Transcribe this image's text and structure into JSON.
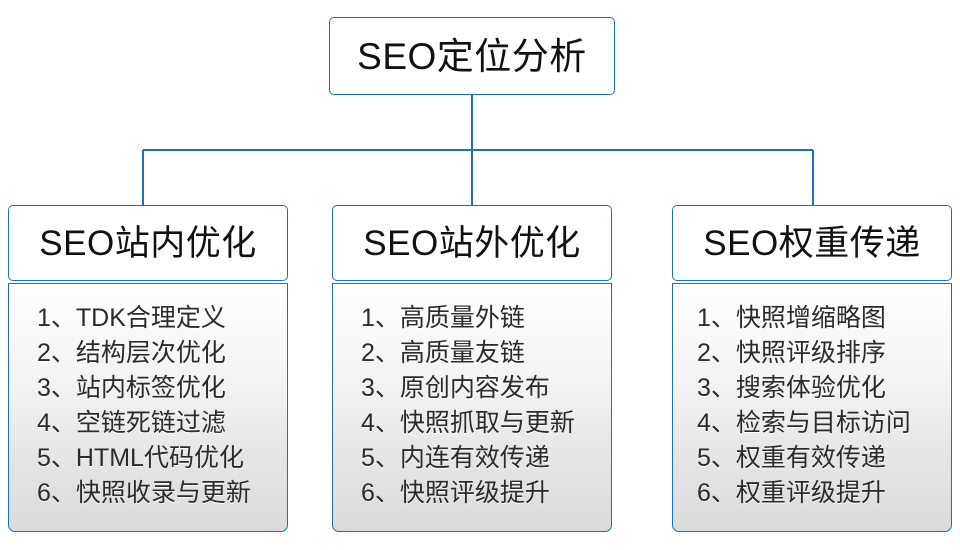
{
  "diagram": {
    "type": "org-chart",
    "title_node": {
      "label": "SEO定位分析"
    },
    "accent_color": "#1572c6",
    "text_color": "#111111",
    "body_text_color": "#2b2b2b",
    "body_gradient_top": "#fefefe",
    "body_gradient_bottom": "#dadada",
    "branches": [
      {
        "header": "SEO站内优化",
        "items": [
          "1、TDK合理定义",
          "2、结构层次优化",
          "3、站内标签优化",
          "4、空链死链过滤",
          "5、HTML代码优化",
          "6、快照收录与更新"
        ]
      },
      {
        "header": "SEO站外优化",
        "items": [
          "1、高质量外链",
          "2、高质量友链",
          "3、原创内容发布",
          "4、快照抓取与更新",
          "5、内连有效传递",
          "6、快照评级提升"
        ]
      },
      {
        "header": "SEO权重传递",
        "items": [
          "1、快照增缩略图",
          "2、快照评级排序",
          "3、搜索体验优化",
          "4、检索与目标访问",
          "5、权重有效传递",
          "6、权重评级提升"
        ]
      }
    ]
  }
}
